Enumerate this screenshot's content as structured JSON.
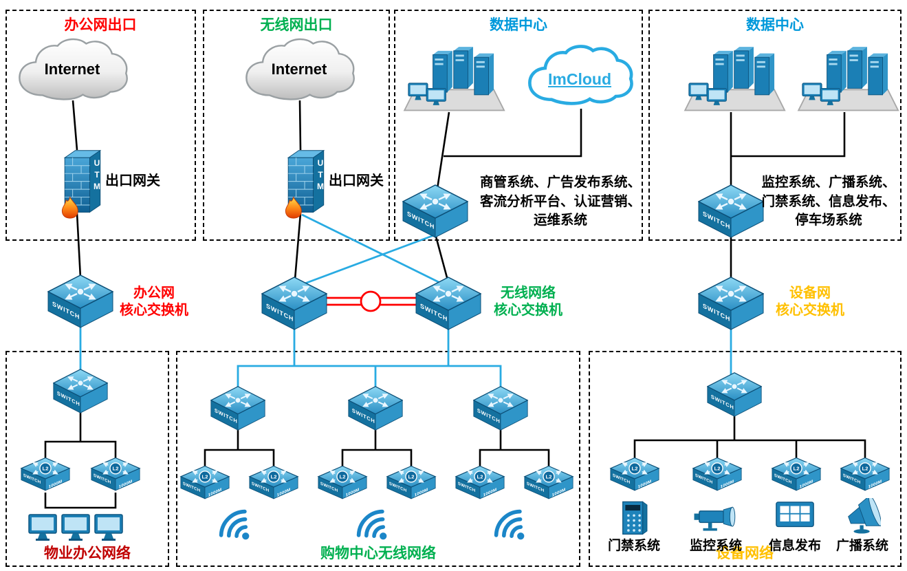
{
  "zones": {
    "office_exit": {
      "title": "办公网出口",
      "title_color": "#FF0000"
    },
    "wireless_exit": {
      "title": "无线网出口",
      "title_color": "#00B050"
    },
    "datacenter1": {
      "title": "数据中心",
      "title_color": "#0099DB",
      "systems": "商管系统、广告发布系统、客流分析平台、认证营销、运维系统"
    },
    "datacenter2": {
      "title": "数据中心",
      "title_color": "#0099DB",
      "systems": "监控系统、广播系统、门禁系统、信息发布、停车场系统"
    },
    "property_office": {
      "title": "物业办公网络",
      "title_color": "#C00000"
    },
    "mall_wireless": {
      "title": "购物中心无线网络",
      "title_color": "#00B050"
    },
    "device_network": {
      "title": "设备网络",
      "title_color": "#FFC000"
    }
  },
  "nodes": {
    "internet": "Internet",
    "imcloud": "ImCloud",
    "exit_gateway": "出口网关",
    "office_core_switch": "办公网\n核心交换机",
    "wireless_core_switch": "无线网络\n核心交换机",
    "device_core_switch": "设备网\n核心交换机"
  },
  "device_labels": {
    "access_control": "门禁系统",
    "surveillance": "监控系统",
    "info_display": "信息发布",
    "broadcast": "广播系统"
  },
  "icon_text": {
    "switch": "SWITCH",
    "l2": "L2",
    "speed": "1000M",
    "utm": "UTM"
  },
  "link_colors": {
    "standard": "#000000",
    "backbone": "#29ABE2",
    "aggregation": "#FF0000"
  }
}
